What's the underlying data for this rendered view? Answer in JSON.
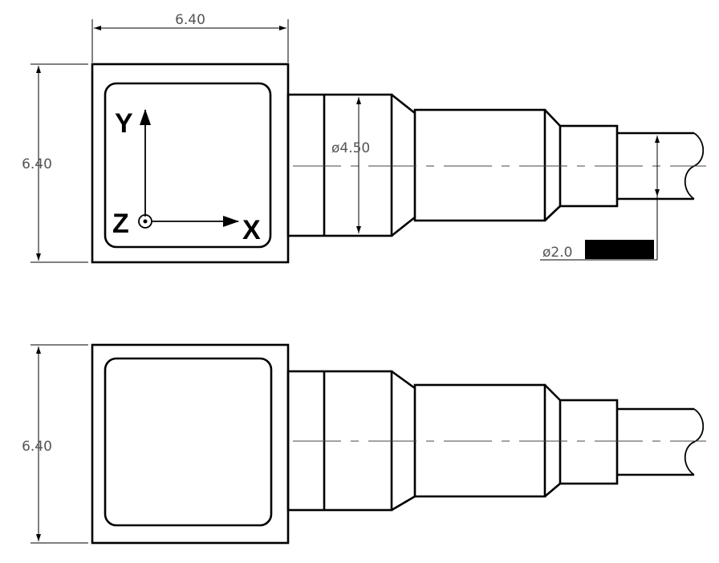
{
  "top_view": {
    "width_dim": "6.40",
    "height_dim": "6.40",
    "diameter_large": "ø4.50",
    "diameter_cable": "ø2.0",
    "axes": {
      "y": "Y",
      "z": "Z",
      "x": "X"
    }
  },
  "side_view": {
    "height_dim": "6.40"
  },
  "colors": {
    "line": "#000000",
    "dim_text": "#555555",
    "redaction": "#000000"
  }
}
